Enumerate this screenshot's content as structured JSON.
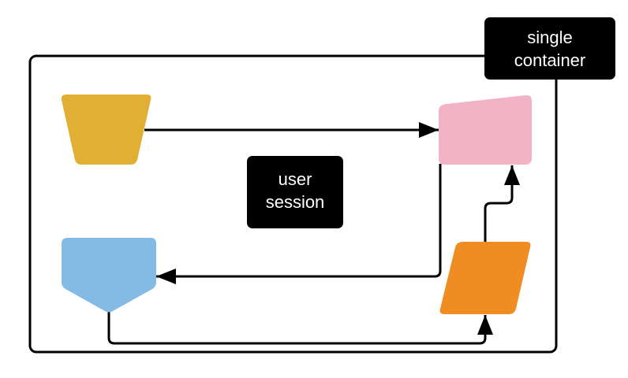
{
  "diagram": {
    "container": {
      "label_line1": "single",
      "label_line2": "container"
    },
    "session": {
      "label_line1": "user",
      "label_line2": "session"
    },
    "shapes": {
      "trapezoid": {
        "name": "yellow-trapezoid",
        "color": "#E0AF34"
      },
      "manual_input": {
        "name": "pink-manual-input",
        "color": "#F2B3C6"
      },
      "parallelogram": {
        "name": "orange-parallelogram",
        "color": "#EF8D22"
      },
      "pentagon": {
        "name": "blue-offpage-connector",
        "color": "#83BBE5"
      }
    },
    "colors": {
      "stroke": "#000000",
      "label_bg": "#000000",
      "label_text": "#ffffff"
    },
    "edges": [
      {
        "from": "yellow-trapezoid",
        "to": "pink-manual-input"
      },
      {
        "from": "pink-manual-input",
        "to": "blue-offpage-connector"
      },
      {
        "from": "blue-offpage-connector",
        "to": "orange-parallelogram"
      },
      {
        "from": "orange-parallelogram",
        "to": "pink-manual-input"
      }
    ]
  }
}
